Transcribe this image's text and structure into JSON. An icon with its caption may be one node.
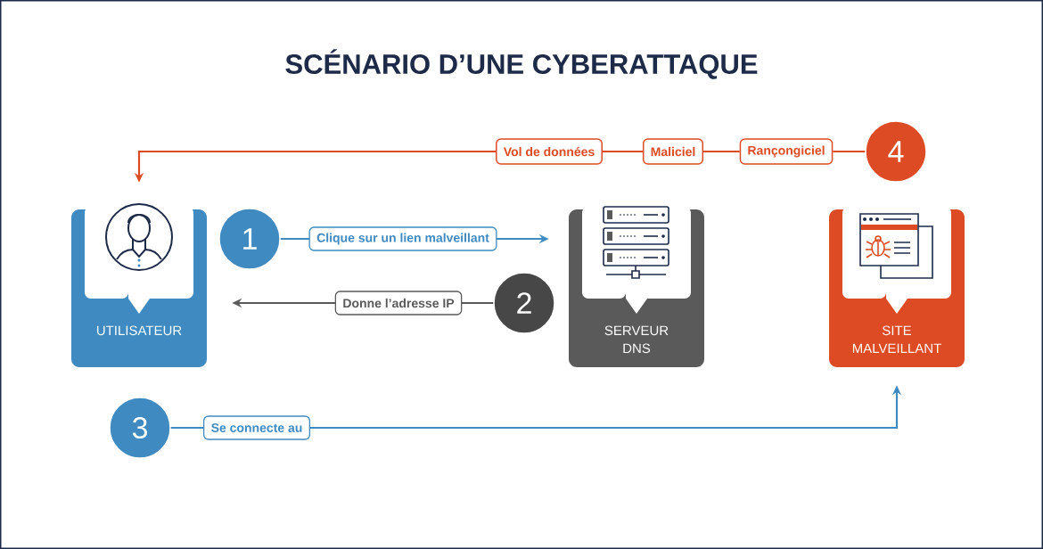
{
  "diagram": {
    "title": "SCÉNARIO D’UNE CYBERATTAQUE",
    "nodes": [
      {
        "text": [
          "UTILISATEUR"
        ]
      },
      {
        "text": [
          "SERVEUR DNS"
        ]
      },
      {
        "text": [
          "SITE MALVEILLANT"
        ]
      },
      {
        "text": [
          "1"
        ]
      },
      {
        "text": [
          "2"
        ]
      },
      {
        "text": [
          "3"
        ]
      },
      {
        "text": [
          "4"
        ]
      },
      {
        "text": [
          "Vol de données"
        ]
      },
      {
        "text": [
          "Maliciel"
        ]
      },
      {
        "text": [
          "Rançongiciel"
        ]
      }
    ],
    "edges": [
      {
        "from": 3,
        "to": 1,
        "arrow": "to",
        "label": "Clique sur un lien malveillant",
        "color": "#3f8ac0"
      },
      {
        "from": 4,
        "to": 0,
        "arrow": "to",
        "label": "Donne l’adresse IP",
        "color": "#5a5a5a"
      },
      {
        "from": 5,
        "to": 2,
        "arrow": "to",
        "label": "Se connecte au",
        "color": "#3f8ac0"
      },
      {
        "from": 6,
        "to": 9,
        "arrow": "none"
      },
      {
        "from": 9,
        "to": 8,
        "arrow": "none"
      },
      {
        "from": 8,
        "to": 7,
        "arrow": "none"
      },
      {
        "from": 7,
        "to": 0,
        "arrow": "to"
      }
    ]
  }
}
